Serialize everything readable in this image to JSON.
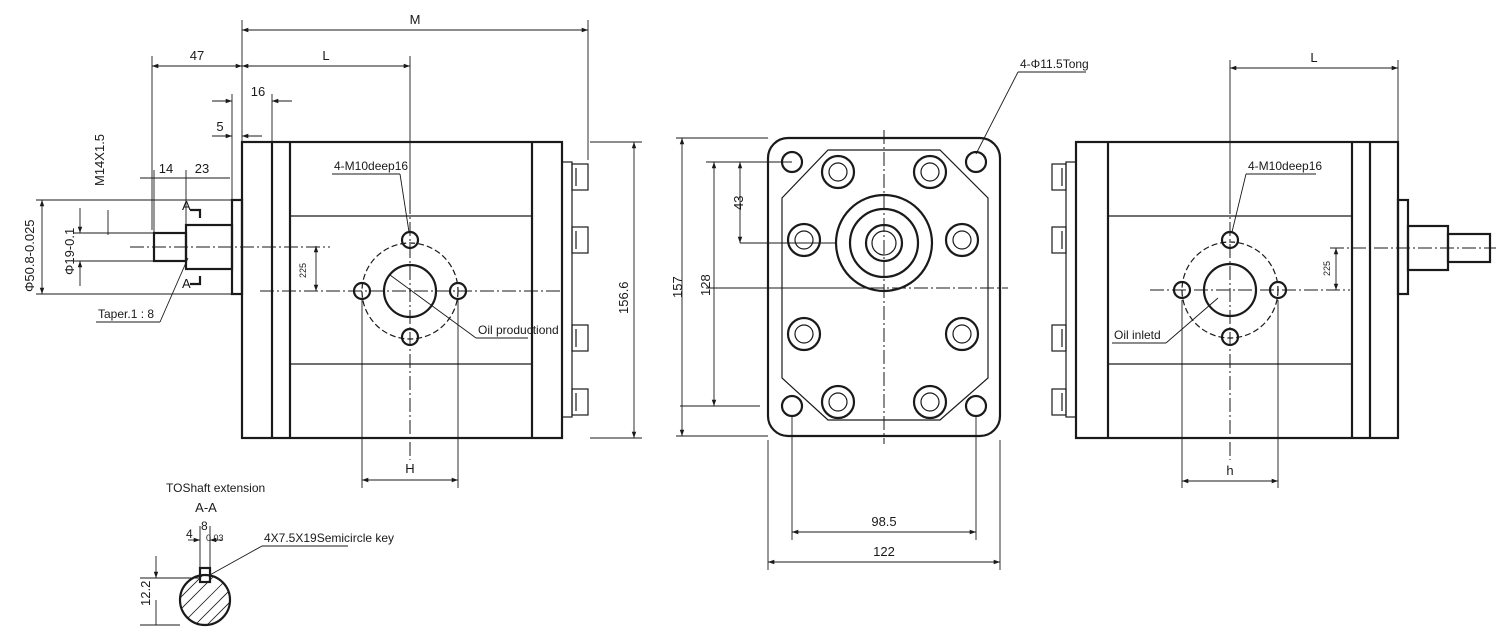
{
  "left_view": {
    "dim_m": "M",
    "dim_l": "L",
    "dim_47": "47",
    "dim_16": "16",
    "dim_5": "5",
    "dim_14": "14",
    "dim_23": "23",
    "thread": "M14X1.5",
    "dia_50": "Φ50.8-0.025",
    "dia_19": "Φ19-0.1",
    "section_a_top": "A",
    "section_a_bottom": "A",
    "taper": "Taper.1 : 8",
    "port_threads": "4-M10deep16",
    "port_label": "Oil productiond",
    "dim_225": "225",
    "dim_h_upper": "H",
    "dim_height": "156.6"
  },
  "front_view": {
    "holes": "4-Φ11.5Tong",
    "dim_43": "43",
    "dim_128": "128",
    "dim_157": "157",
    "dim_98_5": "98.5",
    "dim_122": "122"
  },
  "right_view": {
    "dim_l": "L",
    "port_threads": "4-M10deep16",
    "port_label": "Oil inletd",
    "dim_225": "225",
    "dim_h_lower": "h"
  },
  "section": {
    "title": "TOShaft extension",
    "name": "A-A",
    "dim_4": "4",
    "dim_8": "8",
    "tol_003": "0.03",
    "key": "4X7.5X19Semicircle key",
    "dim_12_2": "12.2"
  }
}
